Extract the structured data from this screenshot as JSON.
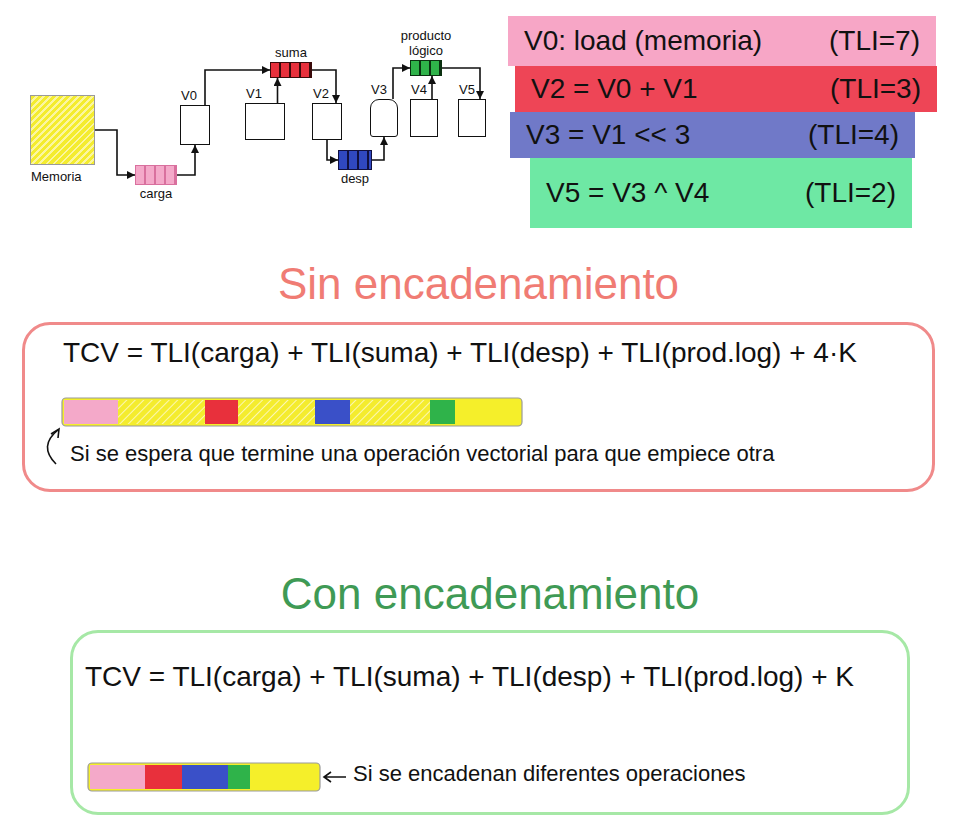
{
  "diagram": {
    "nodes": [
      {
        "text": [
          "Memoria"
        ]
      },
      {
        "text": [
          "carga"
        ]
      },
      {
        "text": [
          "V0"
        ]
      },
      {
        "text": [
          "suma"
        ]
      },
      {
        "text": [
          "V1"
        ]
      },
      {
        "text": [
          "V2"
        ]
      },
      {
        "text": [
          "desp"
        ]
      },
      {
        "text": [
          "V3"
        ]
      },
      {
        "text": [
          "producto lógico"
        ]
      },
      {
        "text": [
          "V4"
        ]
      },
      {
        "text": [
          "V5"
        ]
      },
      {
        "text": [
          "V0: load (memoria)",
          "(TLI=7)"
        ]
      },
      {
        "text": [
          "V2 = V0 + V1",
          "(TLI=3)"
        ]
      },
      {
        "text": [
          "V3 = V1 << 3",
          "(TLI=4)"
        ]
      },
      {
        "text": [
          "V5 = V3 ^ V4",
          "(TLI=2)"
        ]
      },
      {
        "text": [
          "Sin encadenamiento",
          "TCV = TLI(carga) + TLI(suma) + TLI(desp) + TLI(prod.log) + 4·K",
          "Si se espera que termine una operación vectorial para que empiece otra"
        ]
      },
      {
        "text": [
          "Con encadenamiento",
          "TCV = TLI(carga) + TLI(suma) + TLI(desp) + TLI(prod.log) + K",
          "Si se encadenan diferentes operaciones"
        ]
      }
    ],
    "edges": [
      {
        "from": 0,
        "to": 1,
        "arrow": "to"
      },
      {
        "from": 1,
        "to": 2,
        "arrow": "to"
      },
      {
        "from": 2,
        "to": 3,
        "arrow": "to"
      },
      {
        "from": 4,
        "to": 3,
        "arrow": "to"
      },
      {
        "from": 3,
        "to": 5,
        "arrow": "to"
      },
      {
        "from": 5,
        "to": 6,
        "arrow": "to"
      },
      {
        "from": 6,
        "to": 7,
        "arrow": "to"
      },
      {
        "from": 7,
        "to": 8,
        "arrow": "to"
      },
      {
        "from": 9,
        "to": 8,
        "arrow": "to"
      },
      {
        "from": 8,
        "to": 10,
        "arrow": "to"
      }
    ]
  }
}
